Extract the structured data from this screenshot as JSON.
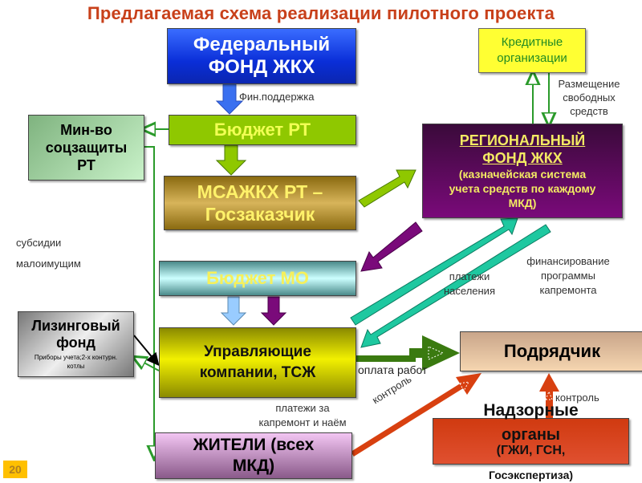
{
  "title": "Предлагаемая схема реализации пилотного проекта",
  "nodes": {
    "federal_fund": [
      "Федеральный",
      "ФОНД ЖКХ"
    ],
    "credit_orgs": [
      "Кредитные",
      "организации"
    ],
    "budget_rt": "Бюджет РТ",
    "min_social": [
      "Мин-во",
      "соцзащиты",
      "РТ"
    ],
    "msazhkh": [
      "МСАЖКХ РТ –",
      "Госзаказчик"
    ],
    "regional_fund": {
      "title": [
        "РЕГИОНАЛЬНЫЙ",
        "ФОНД ЖКХ"
      ],
      "subtitle": [
        "(казначейская система",
        "учета средств по каждому",
        "МКД)"
      ]
    },
    "budget_mo": "Бюджет МО",
    "management": [
      "Управляющие",
      "компании, ТСЖ"
    ],
    "leasing": {
      "title": [
        "Лизинговый",
        "фонд"
      ],
      "note": [
        "Приборы учета;2-х контурн.",
        "котлы"
      ]
    },
    "residents": [
      "ЖИТЕЛИ (всех",
      "МКД)"
    ],
    "contractor": "Подрядчик",
    "supervisory": [
      "Надзорные",
      "органы",
      "(ГЖИ, ГСН,",
      "Госэкспертиза)"
    ]
  },
  "labels": {
    "fin_support": "Фин.поддержка",
    "placement": [
      "Размещение",
      "свободных",
      "средств"
    ],
    "subsidies": [
      "субсидии",
      "малоимущим"
    ],
    "population_payments": [
      "платежи",
      "населения"
    ],
    "financing": [
      "финансирование",
      "программы",
      "капремонта"
    ],
    "payment_works": "оплата работ",
    "payments_capital": [
      "платежи за",
      "капремонт и наём"
    ],
    "control_1": "контроль",
    "control_2": "контроль"
  },
  "page_number": "20",
  "colors": {
    "title": "#c8401a",
    "federal": "#0a2ed8",
    "budget_rt": "#8fc800",
    "regional": "#7a0a7a",
    "teal_arrow": "#1ec8a0",
    "orange_arrow": "#d84010",
    "green_line": "#2a9a2a"
  }
}
